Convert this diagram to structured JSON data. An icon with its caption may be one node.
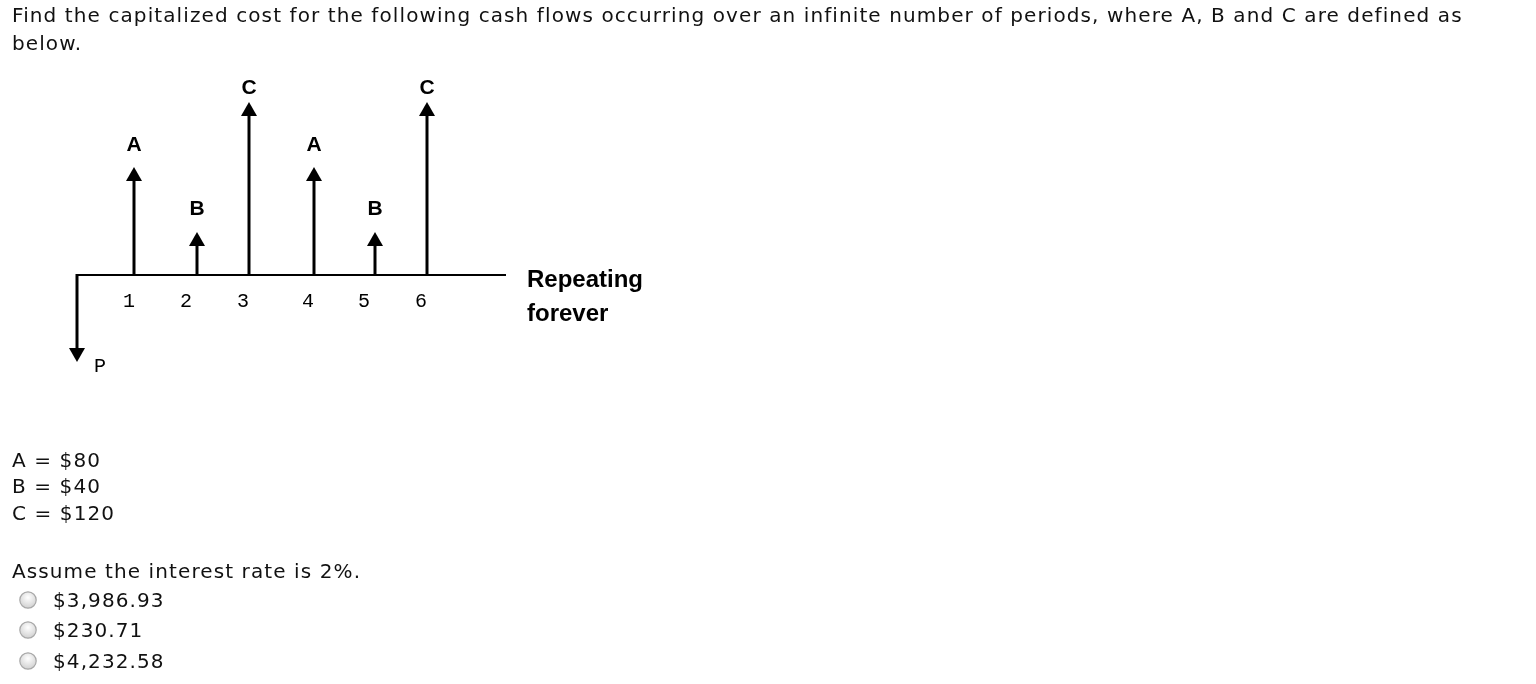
{
  "diagram": {
    "title": "Find the capitalized cost for the following cash flows occurring over an infinite number of periods, where A, B and C are defined as below.",
    "labels": [
      "C",
      "C",
      "A",
      "A",
      "B",
      "B",
      "Repeating forever",
      "1",
      "2",
      "3",
      "4",
      "5",
      "6",
      "P",
      "A = $80",
      "B = $40",
      "C = $120",
      "Assume the interest rate is 2%.",
      "$3,986.93",
      "$230.71",
      "$4,232.58"
    ]
  }
}
